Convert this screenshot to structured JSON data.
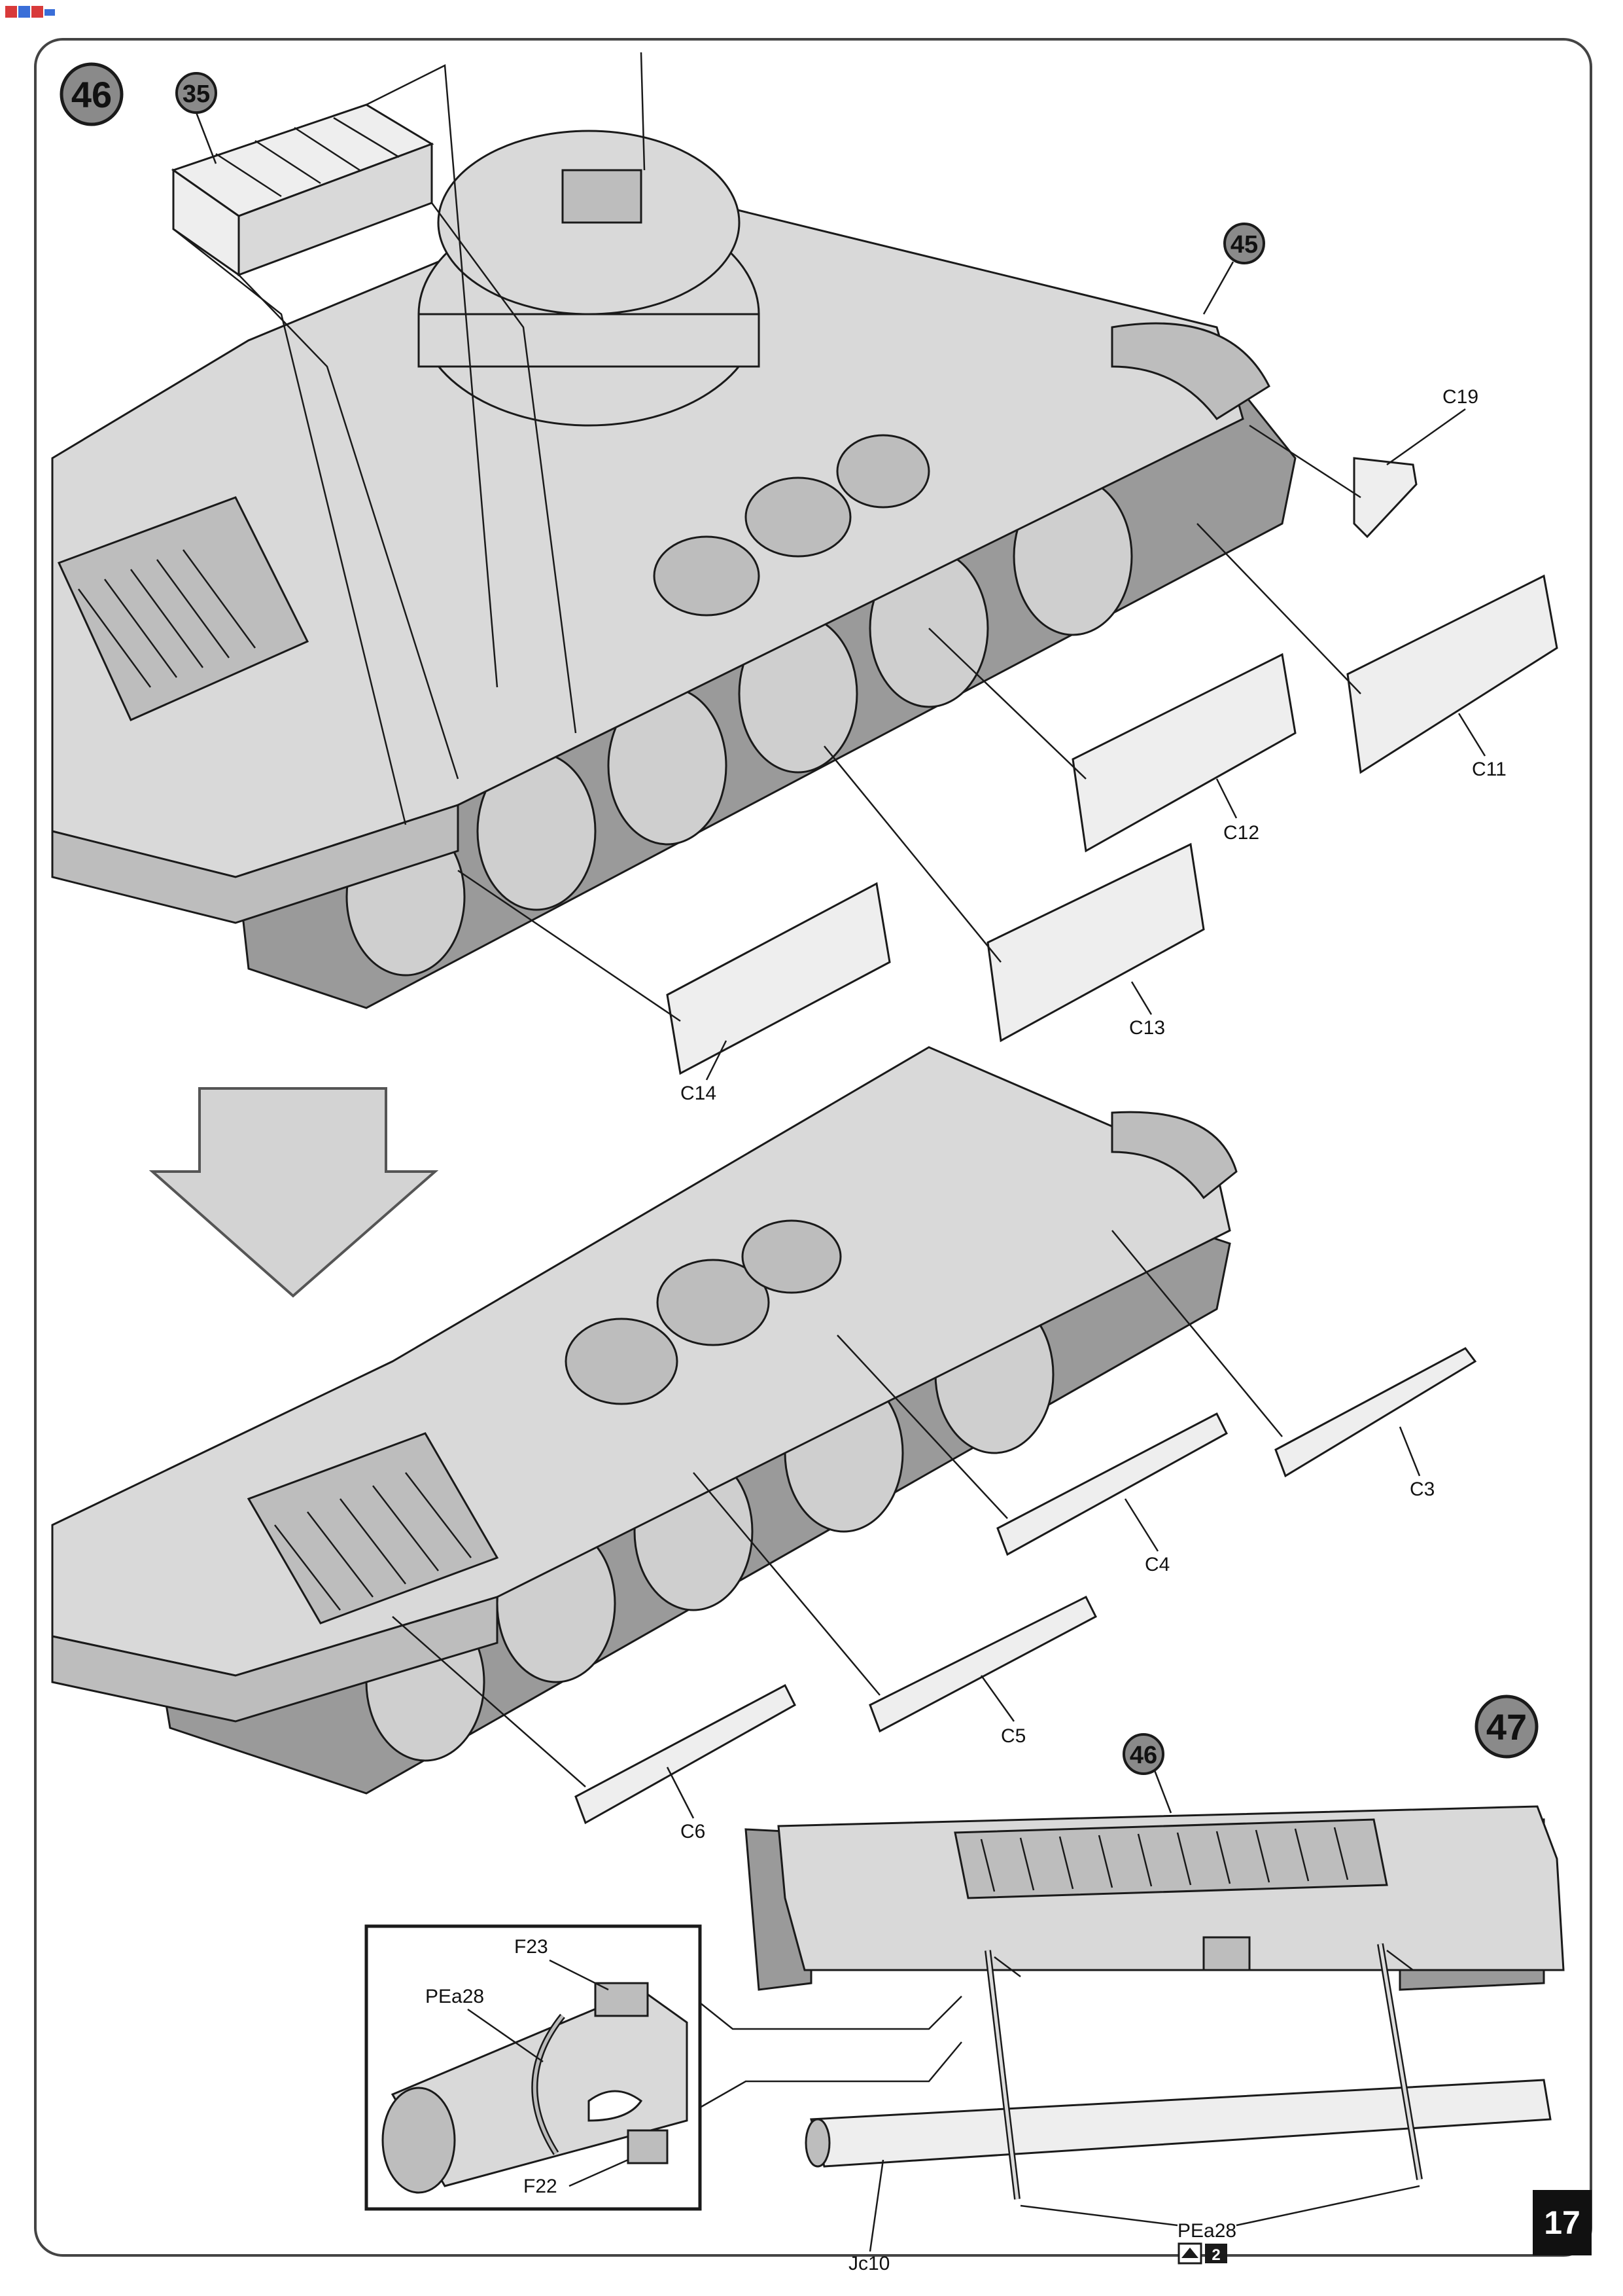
{
  "page_number": "17",
  "steps": {
    "step_46": "46",
    "step_47": "47"
  },
  "references": {
    "ref_35": "35",
    "ref_45": "45",
    "ref_46": "46"
  },
  "parts": {
    "c19": "C19",
    "c11": "C11",
    "c12": "C12",
    "c13": "C13",
    "c14": "C14",
    "c3": "C3",
    "c4": "C4",
    "c5": "C5",
    "c6": "C6",
    "f23": "F23",
    "pea28_detail": "PEa28",
    "f22": "F22",
    "jc10": "Jc10",
    "pea28_main": "PEa28",
    "pea28_qty": "2"
  },
  "colors": {
    "grey_fill": "#d9d9d9",
    "step_badge": "#8a8a8a",
    "page_badge": "#111111"
  },
  "icons": {
    "arrow": "big-down-arrow",
    "photo_etch": "photo-etch-icon"
  }
}
